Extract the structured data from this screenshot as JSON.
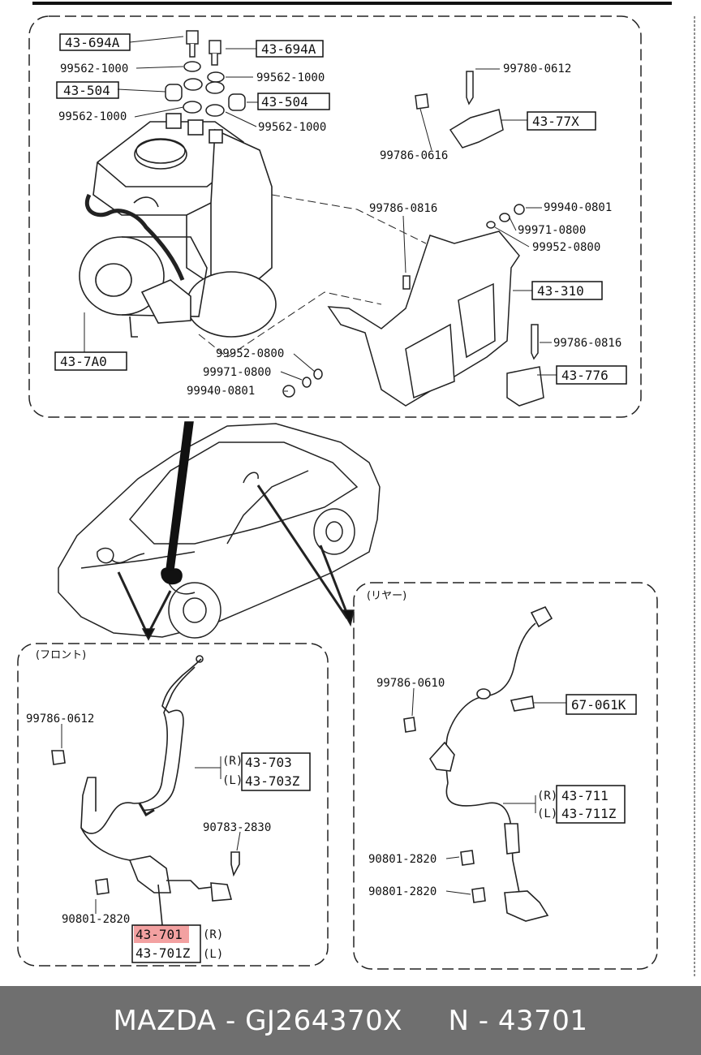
{
  "diagram": {
    "top_panel": {
      "labels": {
        "l1": "43-694A",
        "l2": "43-694A",
        "l3": "99562-1000",
        "l4": "99562-1000",
        "l5": "43-504",
        "l6": "43-504",
        "l7": "99562-1000",
        "l8": "99562-1000",
        "l9": "99780-0612",
        "l10": "99786-0616",
        "l11": "43-77X",
        "l12": "99786-0816",
        "l13": "99940-0801",
        "l14": "99971-0800",
        "l15": "99952-0800",
        "l16": "43-310",
        "l17": "99786-0816",
        "l18": "43-776",
        "l19": "99952-0800",
        "l20": "99971-0800",
        "l21": "99940-0801",
        "l22": "43-7A0"
      }
    },
    "front_panel": {
      "heading": "(フロント)",
      "labels": {
        "f1": "99786-0612",
        "f2": "(R)",
        "f3": "43-703",
        "f4": "(L)",
        "f5": "43-703Z",
        "f6": "90783-2830",
        "f7": "90801-2820",
        "f8": "43-701",
        "f9": "(R)",
        "f10": "43-701Z",
        "f11": "(L)"
      },
      "highlight_color": "#f08a8a"
    },
    "rear_panel": {
      "heading": "(リヤー)",
      "labels": {
        "r1": "99786-0610",
        "r2": "67-061K",
        "r3": "(R)",
        "r4": "43-711",
        "r5": "(L)",
        "r6": "43-711Z",
        "r7": "90801-2820",
        "r8": "90801-2820"
      }
    }
  },
  "footer": {
    "text": "MAZDA - GJ264370X     N - 43701",
    "bg_color": "#6f6f6f"
  }
}
